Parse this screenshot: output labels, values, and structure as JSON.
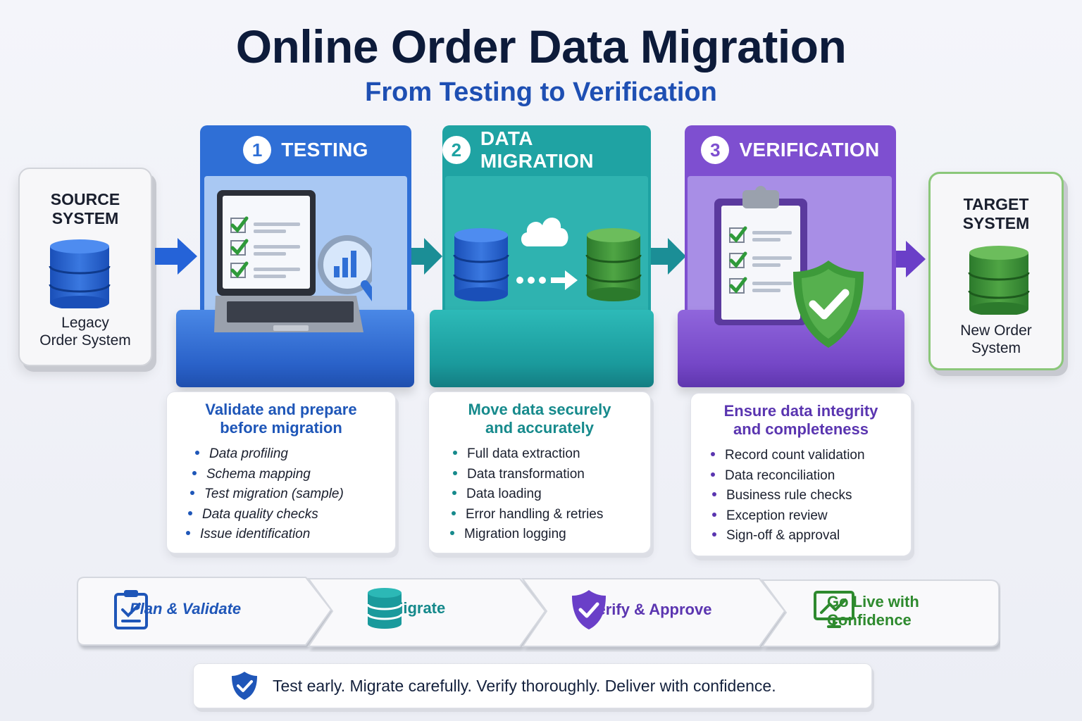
{
  "title": "Online Order Data Migration",
  "subtitle": "From Testing to Verification",
  "source": {
    "title_line1": "SOURCE",
    "title_line2": "SYSTEM",
    "name_line1": "Legacy",
    "name_line2": "Order System",
    "icon": "database-icon"
  },
  "target": {
    "title_line1": "TARGET",
    "title_line2": "SYSTEM",
    "name_line1": "New Order",
    "name_line2": "System",
    "icon": "database-icon"
  },
  "stages": [
    {
      "number": "1",
      "label": "TESTING",
      "color": "#2f6fd6",
      "heading_line1": "Validate and prepare",
      "heading_line2": "before migration",
      "items": [
        "Data profiling",
        "Schema mapping",
        "Test migration (sample)",
        "Data quality checks",
        "Issue identification"
      ],
      "icons": [
        "laptop-checklist-icon",
        "magnifier-chart-icon"
      ]
    },
    {
      "number": "2",
      "label": "DATA MIGRATION",
      "color": "#1fa3a3",
      "heading_line1": "Move data securely",
      "heading_line2": "and accurately",
      "items": [
        "Full data extraction",
        "Data transformation",
        "Data loading",
        "Error handling & retries",
        "Migration logging"
      ],
      "icons": [
        "database-icon",
        "cloud-icon",
        "transfer-arrow-icon"
      ]
    },
    {
      "number": "3",
      "label": "VERIFICATION",
      "color": "#7e4fd0",
      "heading_line1": "Ensure data integrity",
      "heading_line2": "and completeness",
      "items": [
        "Record count validation",
        "Data reconciliation",
        "Business rule checks",
        "Exception review",
        "Sign-off & approval"
      ],
      "icons": [
        "clipboard-checklist-icon",
        "shield-check-icon"
      ]
    }
  ],
  "process": [
    {
      "label_line1": "Plan & Validate",
      "label_line2": "",
      "color": "#1f56b8",
      "icon": "clipboard-check-icon"
    },
    {
      "label_line1": "Migrate",
      "label_line2": "",
      "color": "#15898b",
      "icon": "database-icon"
    },
    {
      "label_line1": "Verify & Approve",
      "label_line2": "",
      "color": "#5b35b0",
      "icon": "shield-check-icon"
    },
    {
      "label_line1": "Go Live with",
      "label_line2": "Confidence",
      "color": "#2e8a2e",
      "icon": "monitor-chart-icon"
    }
  ],
  "tagline": {
    "text": "Test early. Migrate carefully. Verify thoroughly. Deliver with confidence.",
    "icon": "shield-check-icon"
  }
}
